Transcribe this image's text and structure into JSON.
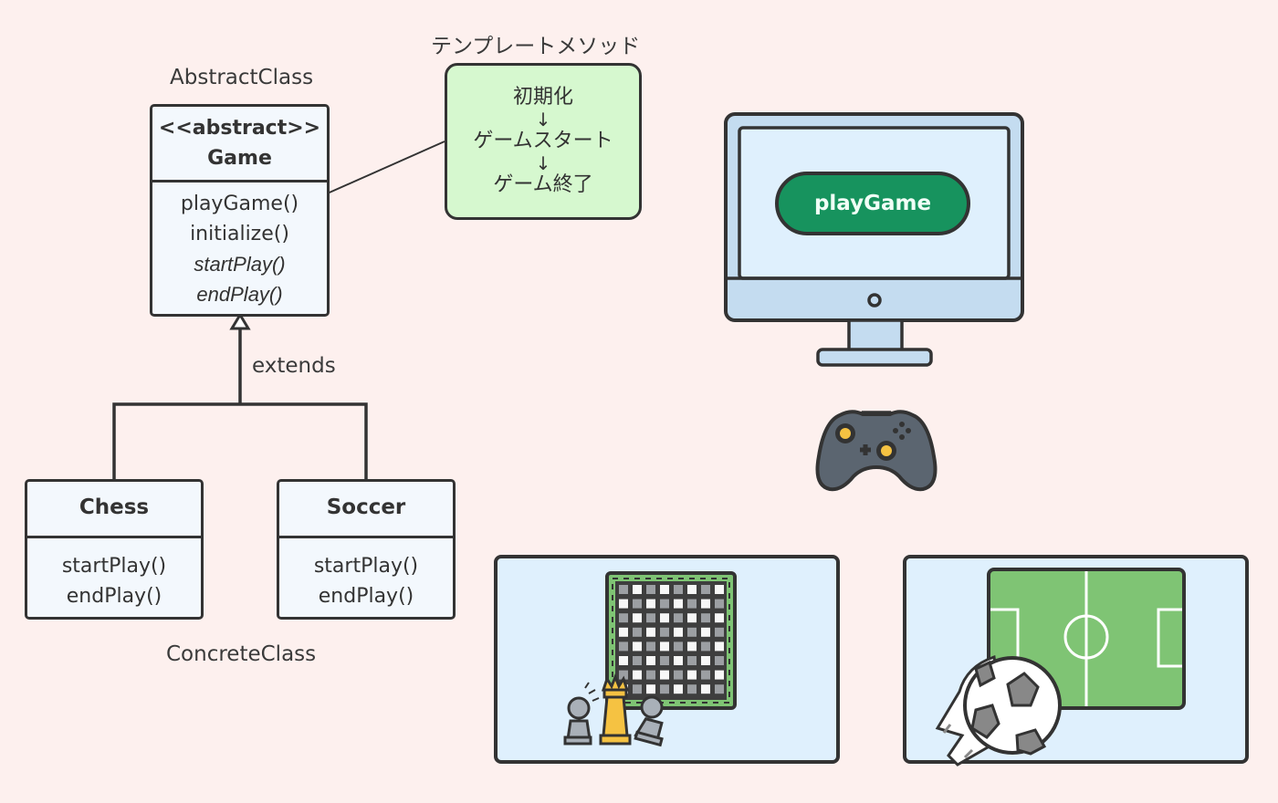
{
  "diagram": {
    "abstract_label": "AbstractClass",
    "concrete_label": "ConcreteClass",
    "extends_label": "extends",
    "abstract_class": {
      "stereotype": "<<abstract>>",
      "name": "Game",
      "methods": [
        {
          "name": "playGame()",
          "abstract": false
        },
        {
          "name": "initialize()",
          "abstract": false
        },
        {
          "name": "startPlay()",
          "abstract": true
        },
        {
          "name": "endPlay()",
          "abstract": true
        }
      ]
    },
    "concrete_classes": [
      {
        "name": "Chess",
        "methods": [
          "startPlay()",
          "endPlay()"
        ]
      },
      {
        "name": "Soccer",
        "methods": [
          "startPlay()",
          "endPlay()"
        ]
      }
    ],
    "template_method": {
      "title": "テンプレートメソッド",
      "steps": [
        "初期化",
        "ゲームスタート",
        "ゲーム終了"
      ],
      "arrow": "↓"
    }
  },
  "illustrations": {
    "monitor_button": "playGame",
    "colors": {
      "background": "#fdf0ee",
      "class_fill": "#f3f8fd",
      "template_fill": "#d6f8cf",
      "button_green": "#17935e",
      "screen": "#dff0fd",
      "monitor_frame": "#c4dcf0",
      "controller": "#5b6570",
      "accent_yellow": "#f5c242",
      "field_green": "#7fc474",
      "outline": "#333333"
    },
    "icons": [
      "desktop-monitor-icon",
      "game-controller-icon",
      "chess-board-icon",
      "soccer-field-icon"
    ]
  }
}
